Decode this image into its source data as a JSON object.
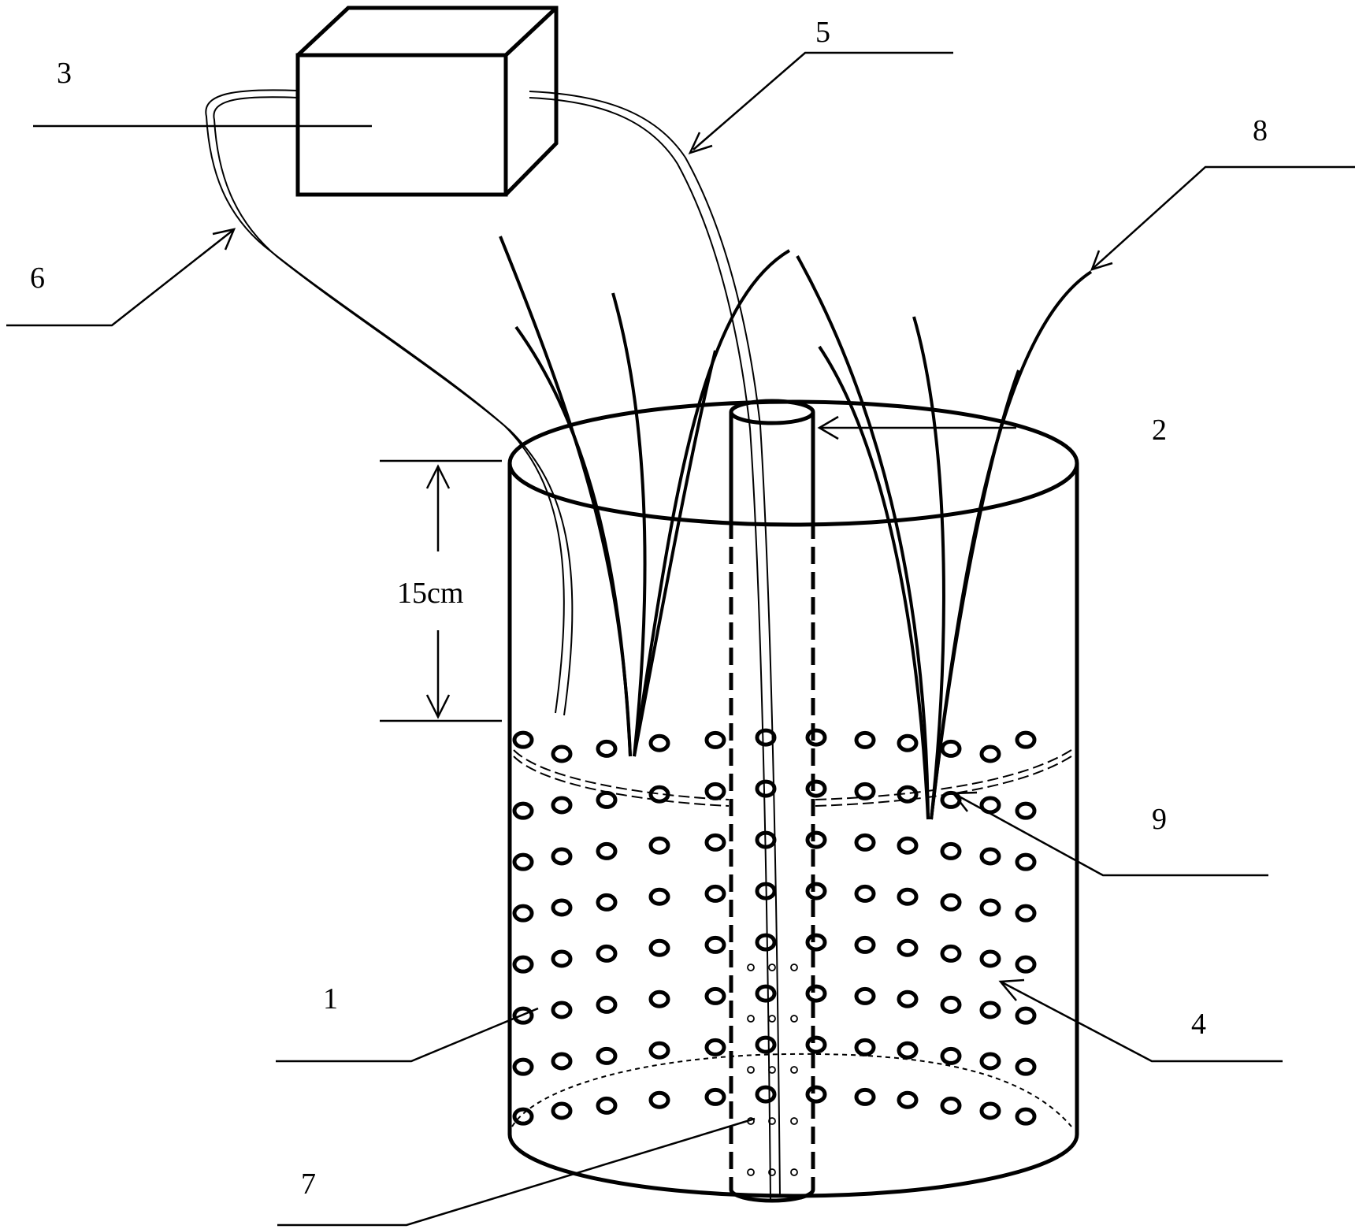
{
  "diagram": {
    "labels": {
      "l1": "1",
      "l2": "2",
      "l3": "3",
      "l4": "4",
      "l5": "5",
      "l6": "6",
      "l7": "7",
      "l8": "8",
      "l9": "9"
    },
    "dimension": "15cm",
    "colors": {
      "ink": "#000000",
      "background": "#ffffff"
    }
  }
}
